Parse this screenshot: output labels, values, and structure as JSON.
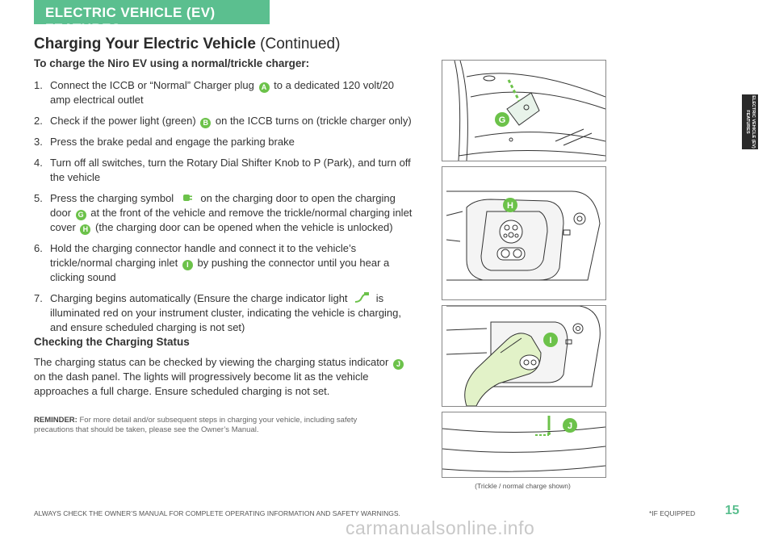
{
  "header": {
    "tab_label": "ELECTRIC VEHICLE (EV) FEATURES"
  },
  "title": {
    "main": "Charging Your Electric Vehicle",
    "cont": "(Continued)"
  },
  "section1": {
    "heading": "To charge the Niro EV using a normal/trickle charger:",
    "steps": [
      {
        "n": "1.",
        "parts": [
          "Connect the ICCB or “Normal” Charger plug ",
          "A",
          " to a dedicated 120 volt/20 amp electrical outlet"
        ]
      },
      {
        "n": "2.",
        "parts": [
          "Check if the power light (green) ",
          "B",
          " on the ICCB turns on (trickle charger only)"
        ]
      },
      {
        "n": "3.",
        "parts": [
          "Press the brake pedal and engage the parking brake"
        ]
      },
      {
        "n": "4.",
        "parts": [
          "Turn off all switches, turn the Rotary Dial Shifter Knob to P (Park), and turn off the vehicle"
        ]
      },
      {
        "n": "5.",
        "parts": [
          "Press the charging symbol ",
          "#plug",
          " on the charging door to open the charging door ",
          "G",
          " at the front of the vehicle and remove the trickle/normal charging inlet cover ",
          "H",
          " (the charging door can be opened when the vehicle is unlocked)"
        ]
      },
      {
        "n": "6.",
        "parts": [
          "Hold the charging connector handle and connect it to the vehicle’s trickle/normal charging inlet ",
          "I",
          " by pushing the connector until you hear a clicking sound"
        ]
      },
      {
        "n": "7.",
        "parts": [
          "Charging begins automatically (Ensure the charge indicator light ",
          "#ind",
          " is illuminated red on your instrument cluster, indicating the vehicle is charging, and ensure scheduled charging is not set)"
        ]
      }
    ]
  },
  "section2": {
    "heading": "Checking the Charging Status",
    "parts": [
      "The charging status can be checked by viewing the charging status indicator ",
      "J",
      " on the dash panel. The lights will progressively become lit as the vehicle approaches a full charge. Ensure scheduled charging is not set."
    ]
  },
  "reminder": {
    "label": "REMINDER:",
    "text": " For more detail and/or subsequent steps in charging your vehicle, including safety precautions that should be taken, please see the Owner’s Manual."
  },
  "figures": {
    "g_label": "G",
    "h_label": "H",
    "i_label": "I",
    "j_label": "J",
    "caption": "(Trickle / normal charge shown)"
  },
  "sidetab": "ELECTRIC VEHICLE (EV) FEATURES",
  "footer": {
    "warning": "ALWAYS CHECK THE OWNER’S MANUAL FOR COMPLETE OPERATING INFORMATION AND SAFETY WARNINGS.",
    "if_equipped": "*IF EQUIPPED",
    "page": "15"
  },
  "watermark": "carmanualsonline.info",
  "colors": {
    "accent_green": "#5bbf8f",
    "badge_green": "#6cc24a"
  }
}
